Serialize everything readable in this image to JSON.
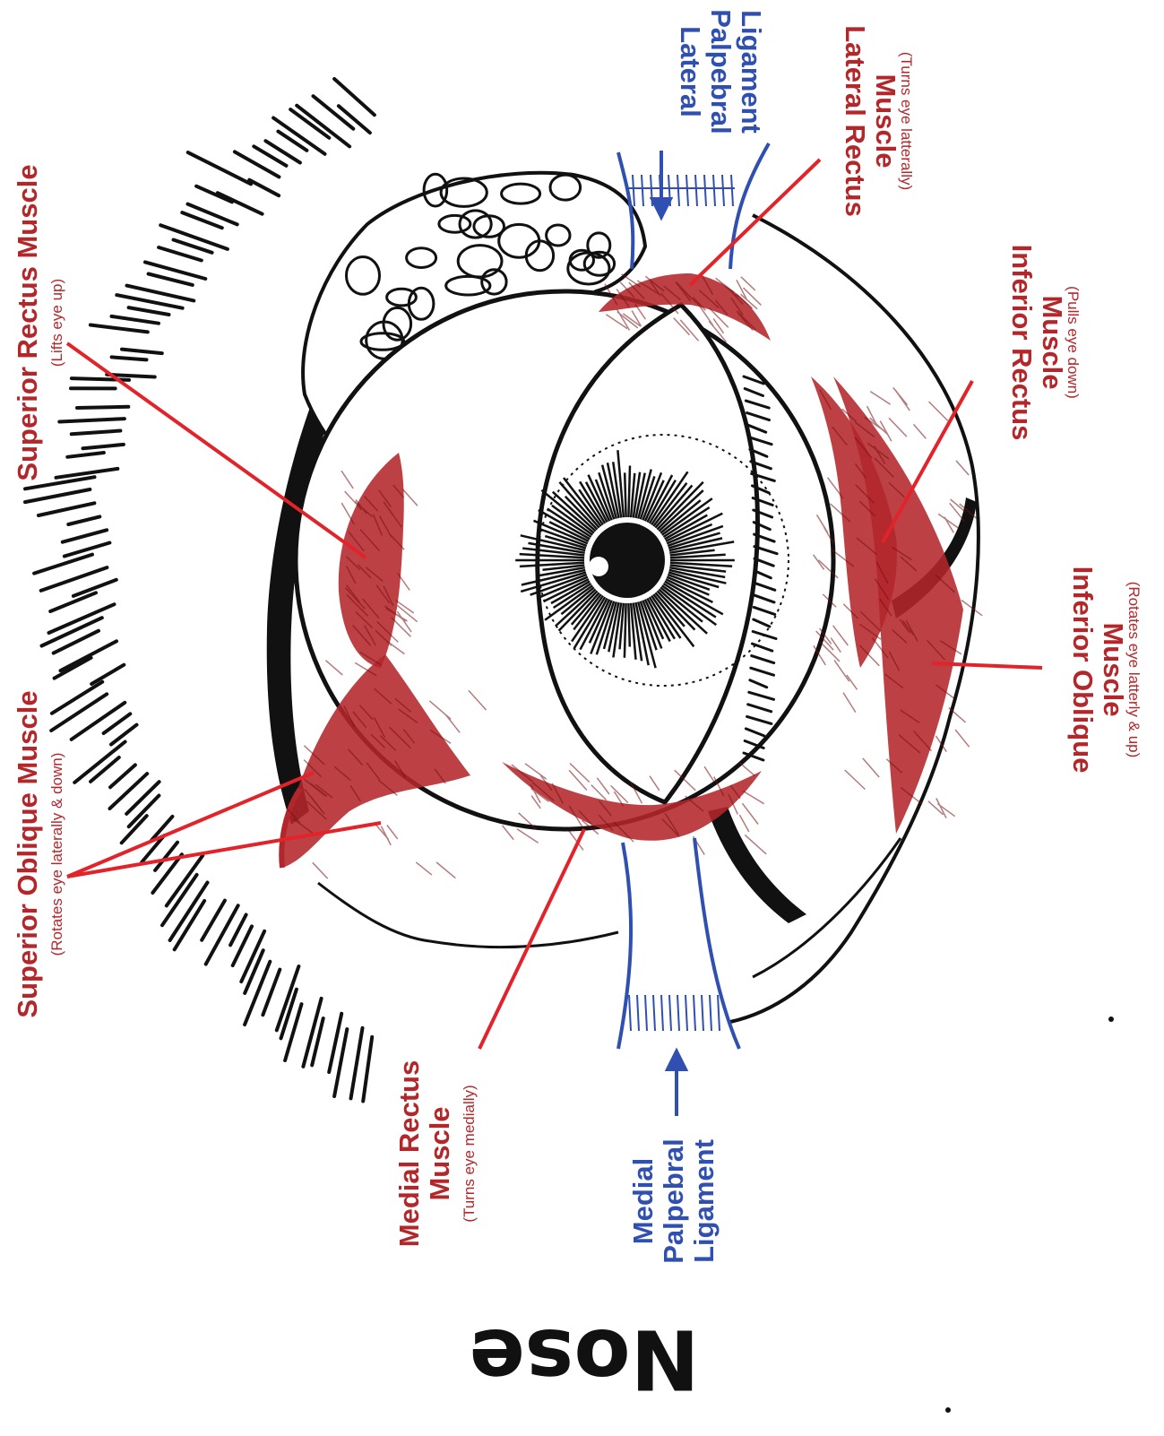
{
  "colors": {
    "muscle": "#b3262a",
    "leader": "#e2232a",
    "ligament": "#2f50b0",
    "ink": "#111111"
  },
  "labels": {
    "lateral_palpebral": [
      "Lateral",
      "Palpebral",
      "Ligament"
    ],
    "lateral_rectus": {
      "title": [
        "Lateral Rectus",
        "Muscle"
      ],
      "note": "(Turns eye latterally)"
    },
    "inferior_rectus": {
      "title": [
        "Inferior Rectus",
        "Muscle"
      ],
      "note": "(Pulls eye down)"
    },
    "inferior_oblique": {
      "title": [
        "Inferior Oblique",
        "Muscle"
      ],
      "note": "(Rotates eye latterly & up)"
    },
    "superior_rectus": {
      "title": [
        "Superior Rectus Muscle"
      ],
      "note": "(Lifts eye up)"
    },
    "superior_oblique": {
      "title": [
        "Superior Oblique Muscle"
      ],
      "note": "(Rotates eye laterally & down)"
    },
    "medial_rectus": {
      "title": [
        "Medial Rectus",
        "Muscle"
      ],
      "note": "(Turns eye medially)"
    },
    "medial_palpebral": [
      "Medial",
      "Palpebral",
      "Ligament"
    ],
    "nose": "Nose"
  }
}
